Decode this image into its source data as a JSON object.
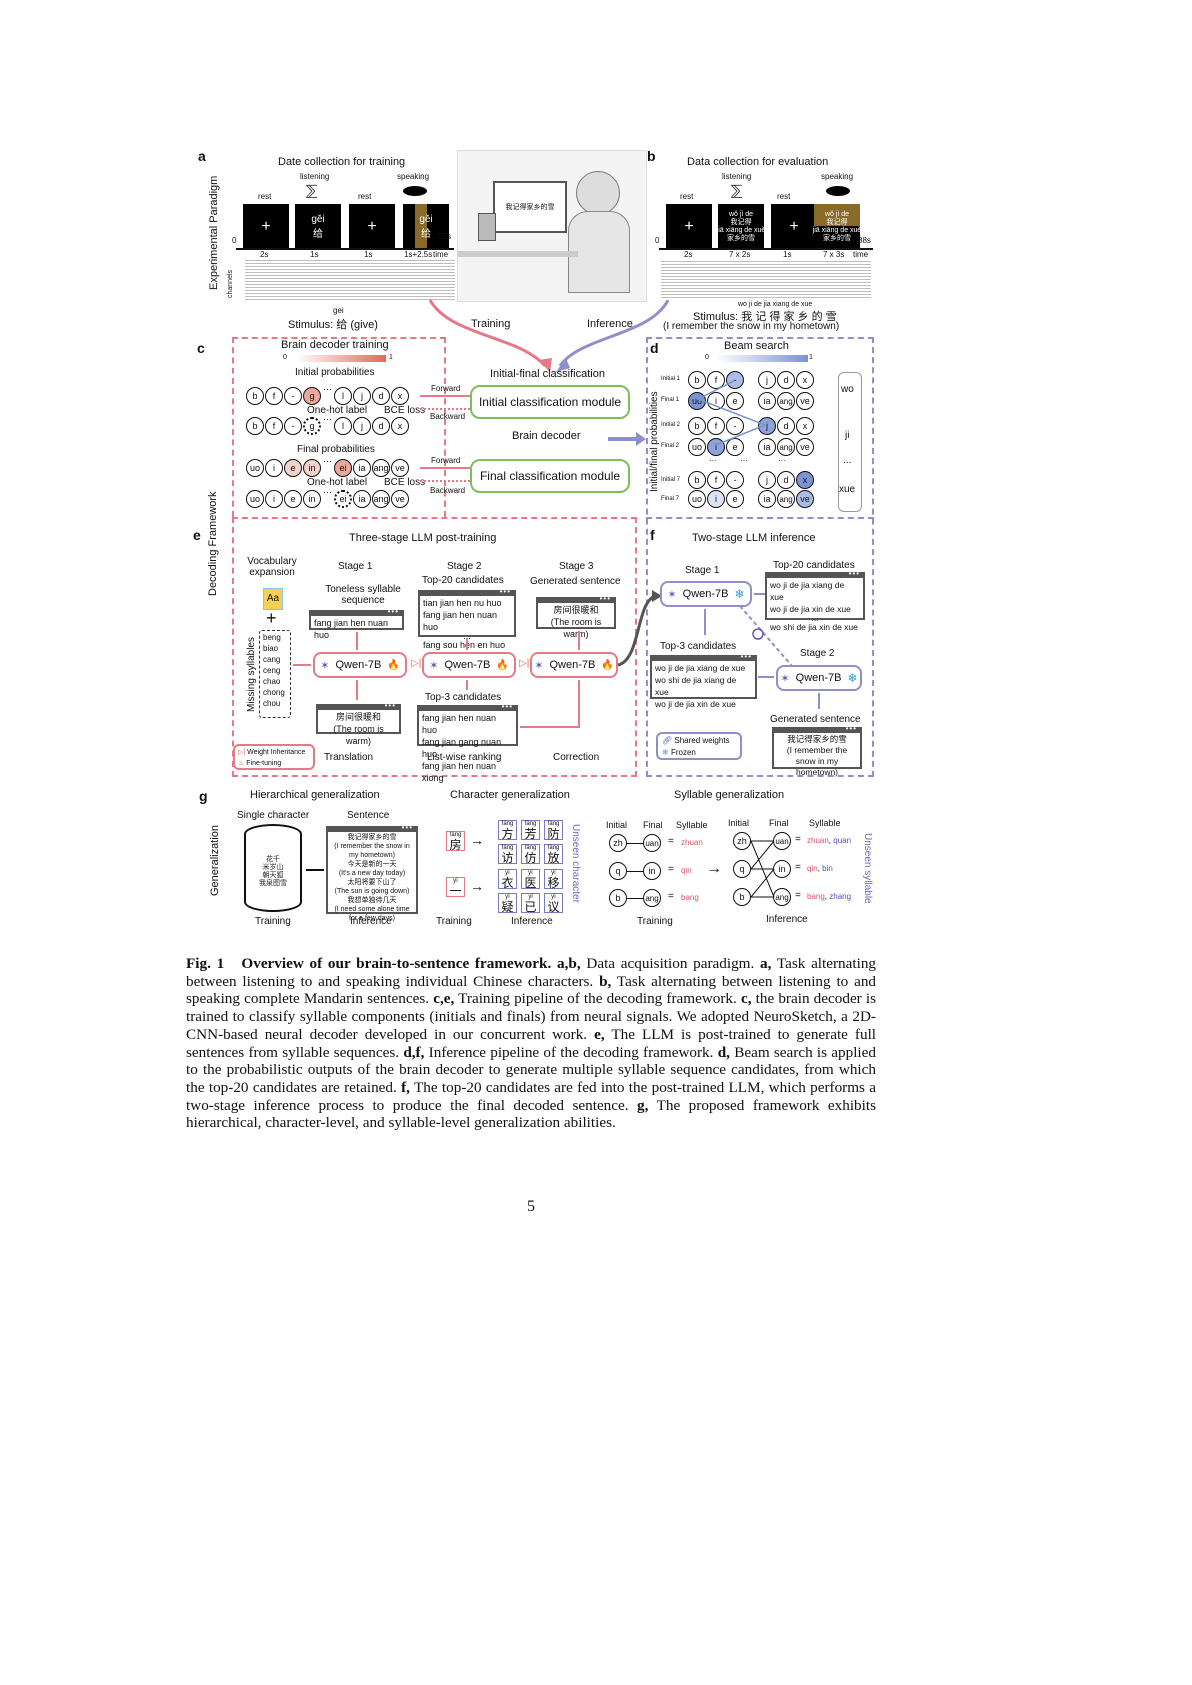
{
  "figure": {
    "panel_a": {
      "letter": "a",
      "side_label": "Experimental Paradigm",
      "title": "Date collection for training",
      "cues": [
        "rest",
        "listening",
        "rest",
        "speaking"
      ],
      "screen_contents": [
        "+",
        "gěi\n给",
        "+",
        "gěi\n给"
      ],
      "timeline_start": "0",
      "timeline_end": "7.5s",
      "durations": [
        "2s",
        "1s",
        "1s",
        "1s+2.5s"
      ],
      "time_label": "time",
      "channels_label": "channels",
      "stimulus_pinyin": "gei",
      "stimulus": "Stimulus: 给 (give)"
    },
    "illustration": {
      "monitor_text": "我记得家乡的雪",
      "training_arrow": "Training",
      "inference_arrow": "Inference"
    },
    "panel_b": {
      "letter": "b",
      "title": "Data collection for evaluation",
      "cues": [
        "rest",
        "listening",
        "rest",
        "speaking"
      ],
      "screen_contents": [
        "+",
        "wǒ jì de\n我记得\njiā xiāng de xuě\n家乡的雪",
        "+",
        "wǒ jì de\n我记得\njiā xiāng de xuě\n家乡的雪"
      ],
      "timeline_start": "0",
      "timeline_end": "38s",
      "durations": [
        "2s",
        "7 x 2s",
        "1s",
        "7 x 3s"
      ],
      "time_label": "time",
      "stimulus_pinyin": "wo  ji  de  jia xiang de xue",
      "stimulus": "Stimulus: 我 记 得 家 乡 的 雪",
      "stimulus_translation": "(I remember the snow in my hometown)"
    },
    "panel_c": {
      "letter": "c",
      "title": "Brain decoder training",
      "scale_min": "0",
      "scale_max": "1",
      "initial_prob_label": "Initial probabilities",
      "initials": [
        "b",
        "f",
        "-",
        "g",
        "l",
        "j",
        "d",
        "x"
      ],
      "onehot_label": "One-hot label",
      "bce_label": "BCE loss",
      "final_prob_label": "Final probabilities",
      "finals": [
        "uo",
        "i",
        "e",
        "in",
        "ei",
        "ia",
        "ang",
        "ve"
      ],
      "forward": "Forward",
      "backward": "Backward",
      "section_title": "Initial-final classification",
      "initial_module": "Initial classification module",
      "brain_decoder": "Brain decoder",
      "final_module": "Final classification module",
      "colors": {
        "accent": "#e06a5a",
        "dashed_border": "#e57a86",
        "module_border": "#7cc05a"
      }
    },
    "panel_d": {
      "letter": "d",
      "title": "Beam search",
      "scale_min": "0",
      "scale_max": "1",
      "axis_label": "Initial/final probabilities",
      "rows": [
        {
          "label": "Initial 1",
          "items": [
            "b",
            "f",
            "-",
            "j",
            "d",
            "x"
          ]
        },
        {
          "label": "Final 1",
          "items": [
            "uo",
            "i",
            "e",
            "ia",
            "ang",
            "ve"
          ]
        },
        {
          "label": "Initial 2",
          "items": [
            "b",
            "f",
            "-",
            "j",
            "d",
            "x"
          ]
        },
        {
          "label": "Final 2",
          "items": [
            "uo",
            "i",
            "e",
            "ia",
            "ang",
            "ve"
          ]
        },
        {
          "label": "Initial 7",
          "items": [
            "b",
            "f",
            "-",
            "j",
            "d",
            "x"
          ]
        },
        {
          "label": "Final 7",
          "items": [
            "uo",
            "i",
            "e",
            "ia",
            "ang",
            "ve"
          ]
        }
      ],
      "outputs": [
        "wo",
        "ji",
        "...",
        "xue"
      ],
      "colors": {
        "accent": "#7b93d1",
        "dashed_border": "#8f8fcb"
      }
    },
    "panel_e": {
      "letter": "e",
      "side_label": "Decoding Framework",
      "title": "Three-stage LLM post-training",
      "vocab_label": "Vocabulary expansion",
      "missing_label": "Missing syllables",
      "missing_syllables": [
        "beng",
        "biao",
        "cang",
        "ceng",
        "chao",
        "chong",
        "chou",
        "..."
      ],
      "stage1": {
        "title": "Stage 1",
        "subtitle": "Toneless syllable sequence",
        "input": "fang jian hen nuan huo",
        "output_cn": "房间很暖和",
        "output_en": "(The room is warm)",
        "caption": "Translation"
      },
      "stage2": {
        "title": "Stage 2",
        "subtitle": "Top-20 candidates",
        "inputs": [
          "tian jian hen nu huo",
          "fang jian hen nuan huo",
          "...",
          "fang sou hen en huo"
        ],
        "output_title": "Top-3 candidates",
        "outputs": [
          "fang jian hen nuan huo",
          "fang jian gang nuan huo",
          "fang jian hen nuan xiong"
        ],
        "caption": "List-wise ranking"
      },
      "stage3": {
        "title": "Stage 3",
        "subtitle": "Generated sentence",
        "output_cn": "房间很暖和",
        "output_en": "(The room is warm)",
        "caption": "Correction"
      },
      "model": "Qwen-7B",
      "legend": [
        "Weight Inheritance",
        "Fine-tuning"
      ]
    },
    "panel_f": {
      "letter": "f",
      "title": "Two-stage LLM inference",
      "stage1": "Stage 1",
      "stage2": "Stage 2",
      "top20_title": "Top-20 candidates",
      "top20": [
        "wo ji de jia xiang de xue",
        "wo ji de jia xin de xue",
        "...",
        "wo shi de jia xin de xue"
      ],
      "top3_title": "Top-3 candidates",
      "top3": [
        "wo ji de jia xiang de xue",
        "wo shi de jia xiang de xue",
        "wo ji de jia xin de xue"
      ],
      "generated_title": "Generated sentence",
      "generated_cn": "我记得家乡的雪",
      "generated_en": "(I remember the snow in my hometown)",
      "model": "Qwen-7B",
      "legend": [
        "Shared weights",
        "Frozen"
      ]
    },
    "panel_g": {
      "letter": "g",
      "side_label": "Generalization",
      "hier_title": "Hierarchical generalization",
      "single_char": "Single character",
      "sentence": "Sentence",
      "sentences": [
        "我记得家乡的雪",
        "(I remember the snow in my hometown)",
        "今天是新的一天",
        "(It's a new day today)",
        "太阳将要下山了",
        "(The sun is going down)",
        "我想单独待几天",
        "(I need some alone time for a few days)"
      ],
      "char_title": "Character generalization",
      "train_chars": [
        {
          "pinyin": "fáng",
          "char": "房"
        },
        {
          "pinyin": "yī",
          "char": "一"
        }
      ],
      "unseen_chars": [
        {
          "pinyin": "fāng",
          "char": "方"
        },
        {
          "pinyin": "fāng",
          "char": "芳"
        },
        {
          "pinyin": "fáng",
          "char": "防"
        },
        {
          "pinyin": "fǎng",
          "char": "访"
        },
        {
          "pinyin": "fǎng",
          "char": "仿"
        },
        {
          "pinyin": "fàng",
          "char": "放"
        },
        {
          "pinyin": "yī",
          "char": "衣"
        },
        {
          "pinyin": "yī",
          "char": "医"
        },
        {
          "pinyin": "yí",
          "char": "移"
        },
        {
          "pinyin": "yí",
          "char": "疑"
        },
        {
          "pinyin": "yǐ",
          "char": "已"
        },
        {
          "pinyin": "yì",
          "char": "议"
        }
      ],
      "unseen_char_label": "Unseen character",
      "syl_title": "Syllable generalization",
      "col_headers": [
        "Initial",
        "Final",
        "Syllable"
      ],
      "train_pairs": [
        {
          "initial": "zh",
          "final": "uan",
          "syllable": "zhuan"
        },
        {
          "initial": "q",
          "final": "in",
          "syllable": "qin"
        },
        {
          "initial": "b",
          "final": "ang",
          "syllable": "bang"
        }
      ],
      "infer_syllables": [
        {
          "seen": "zhuan",
          "unseen": "quan"
        },
        {
          "seen": "qin",
          "unseen": "bin"
        },
        {
          "seen": "bang",
          "unseen": "zhang"
        }
      ],
      "unseen_syl_label": "Unseen syllable",
      "training": "Training",
      "inference": "Inference"
    }
  },
  "caption": {
    "fig_label": "Fig. 1",
    "title": "Overview of our brain-to-sentence framework.",
    "segments": [
      {
        "b": "a,b,",
        "t": " Data acquisition paradigm. "
      },
      {
        "b": "a,",
        "t": " Task alternating between listening to and speaking individual Chinese characters. "
      },
      {
        "b": "b,",
        "t": " Task alternating between listening to and speaking complete Mandarin sentences. "
      },
      {
        "b": "c,e,",
        "t": " Training pipeline of the decoding framework. "
      },
      {
        "b": "c,",
        "t": " the brain decoder is trained to classify syllable components (initials and finals) from neural signals. We adopted NeuroSketch, a 2D-CNN-based neural decoder developed in our concurrent work. "
      },
      {
        "b": "e,",
        "t": " The LLM is post-trained to generate full sentences from syllable sequences. "
      },
      {
        "b": "d,f,",
        "t": " Inference pipeline of the decoding framework. "
      },
      {
        "b": "d,",
        "t": " Beam search is applied to the probabilistic outputs of the brain decoder to generate multiple syllable sequence candidates, from which the top-20 candidates are retained. "
      },
      {
        "b": "f,",
        "t": " The top-20 candidates are fed into the post-trained LLM, which performs a two-stage inference process to produce the final decoded sentence. "
      },
      {
        "b": "g,",
        "t": " The proposed framework exhibits hierarchical, character-level, and syllable-level generalization abilities."
      }
    ]
  },
  "page_number": "5"
}
